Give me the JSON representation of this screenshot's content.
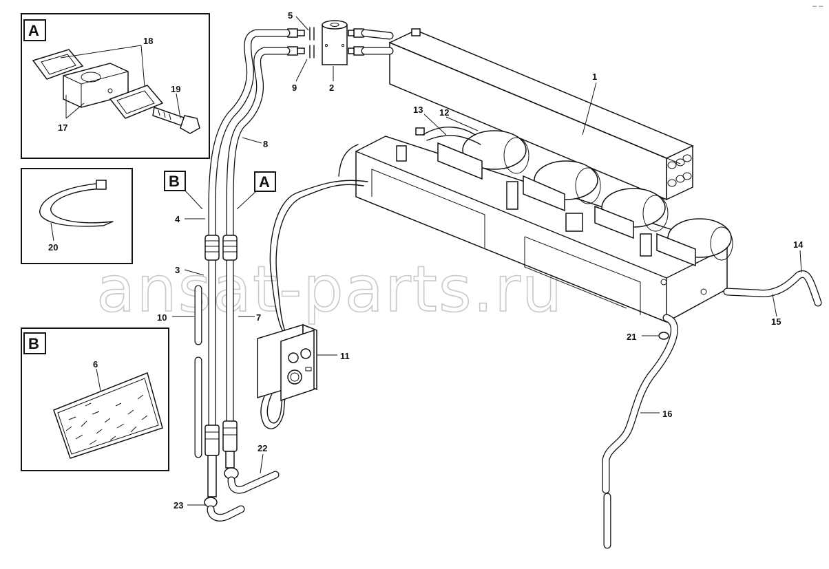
{
  "watermark": "ansat-parts.ru",
  "corner_mark": "– –",
  "detail_views": {
    "a": {
      "letter": "A",
      "parts": [
        "18",
        "19",
        "17"
      ]
    },
    "cable_tie": {
      "parts": [
        "20"
      ]
    },
    "b": {
      "letter": "B",
      "parts": [
        "6"
      ]
    }
  },
  "view_markers": [
    "B",
    "A"
  ],
  "callouts": [
    "1",
    "2",
    "3",
    "4",
    "5",
    "7",
    "8",
    "9",
    "10",
    "11",
    "12",
    "13",
    "14",
    "15",
    "16",
    "21",
    "22",
    "23"
  ]
}
